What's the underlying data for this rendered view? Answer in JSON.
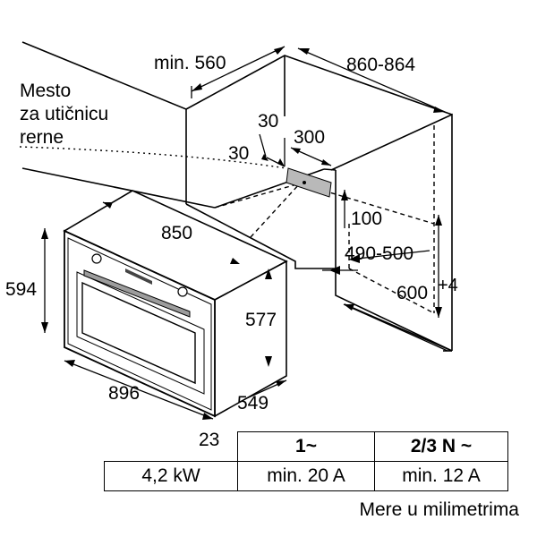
{
  "dimensions": {
    "min_560": "min. 560",
    "range_860_864": "860-864",
    "socket_label_line1": "Mesto",
    "socket_label_line2": "za utičnicu",
    "socket_label_line3": "rerne",
    "d30_a": "30",
    "d30_b": "30",
    "d300": "300",
    "d100": "100",
    "range_490_500": "490-500",
    "d600": "600",
    "tol_plus4": "+4",
    "d850": "850",
    "d594": "594",
    "d577": "577",
    "d896": "896",
    "d549": "549",
    "d23": "23"
  },
  "spec_table": {
    "header_single": "1~",
    "header_three": "2/3 N ~",
    "power": "4,2 kW",
    "fuse_single": "min. 20 A",
    "fuse_three": "min. 12 A"
  },
  "units_note": "Mere u milimetrima"
}
